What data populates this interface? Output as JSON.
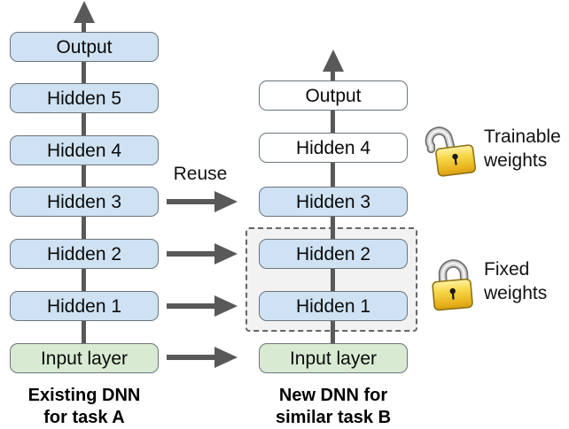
{
  "left_network": {
    "caption": [
      "Existing DNN",
      "for task A"
    ],
    "layers": [
      {
        "label": "Output"
      },
      {
        "label": "Hidden 5"
      },
      {
        "label": "Hidden 4"
      },
      {
        "label": "Hidden 3"
      },
      {
        "label": "Hidden 2"
      },
      {
        "label": "Hidden 1"
      },
      {
        "label": "Input layer"
      }
    ]
  },
  "right_network": {
    "caption": [
      "New DNN for",
      "similar task B"
    ],
    "layers": [
      {
        "label": "Output"
      },
      {
        "label": "Hidden 4"
      },
      {
        "label": "Hidden 3"
      },
      {
        "label": "Hidden 2"
      },
      {
        "label": "Hidden 1"
      },
      {
        "label": "Input layer"
      }
    ]
  },
  "reuse_label": "Reuse",
  "legend": {
    "trainable": {
      "icon": "open-padlock-icon",
      "lines": [
        "Trainable",
        "weights"
      ]
    },
    "fixed": {
      "icon": "closed-padlock-icon",
      "lines": [
        "Fixed",
        "weights"
      ]
    }
  },
  "colors": {
    "layer_blue": "#cfe2f3",
    "layer_green": "#d9ead3",
    "layer_white": "#ffffff",
    "box_border": "#6b747c",
    "arrow_gray": "#595959",
    "reused_region_bg": "#f2f2f2",
    "dashed_border": "#666666",
    "lock_gold": "#f1c232",
    "text": "#000000"
  }
}
